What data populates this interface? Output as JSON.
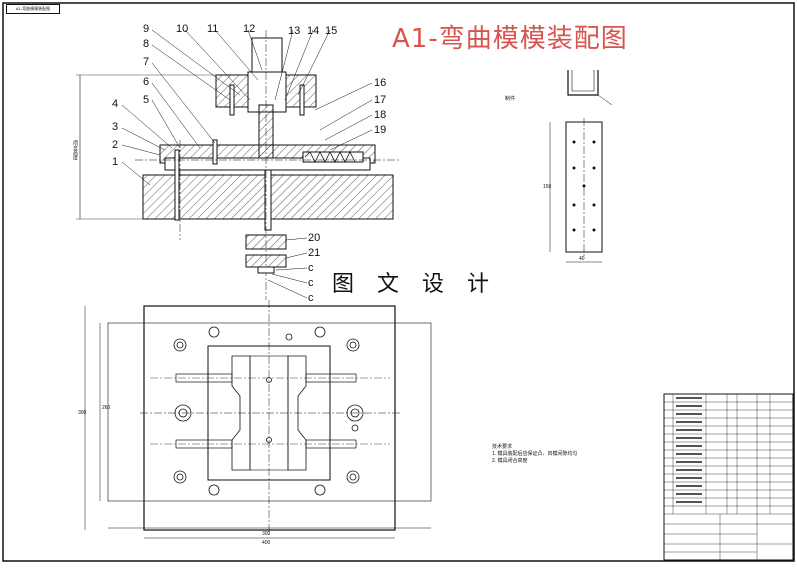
{
  "drawing": {
    "title": "A1-弯曲模模装配图",
    "overlay_text": "图 文 设 计",
    "header_tag": "A1-弯曲模模装配图",
    "callouts": [
      "1",
      "2",
      "3",
      "4",
      "5",
      "6",
      "7",
      "8",
      "9",
      "10",
      "11",
      "12",
      "13",
      "14",
      "15",
      "16",
      "17",
      "18",
      "19",
      "20",
      "21",
      "c",
      "c",
      "c"
    ],
    "dims": {
      "height_label": "闭合高度",
      "plan_width_inner": "300",
      "plan_width_outer": "400",
      "plan_height_outer": "300",
      "plan_height_inner": "260",
      "part_width": "40",
      "part_height": "150"
    },
    "notes_title": "技术要求",
    "notes": [
      "1. 模具装配后应保证凸、凹模间隙均匀",
      "2. 模具闭合高度"
    ],
    "part_label": "制件"
  },
  "colors": {
    "title": "#d9534f",
    "line": "#111111",
    "hatch": "#333333"
  }
}
